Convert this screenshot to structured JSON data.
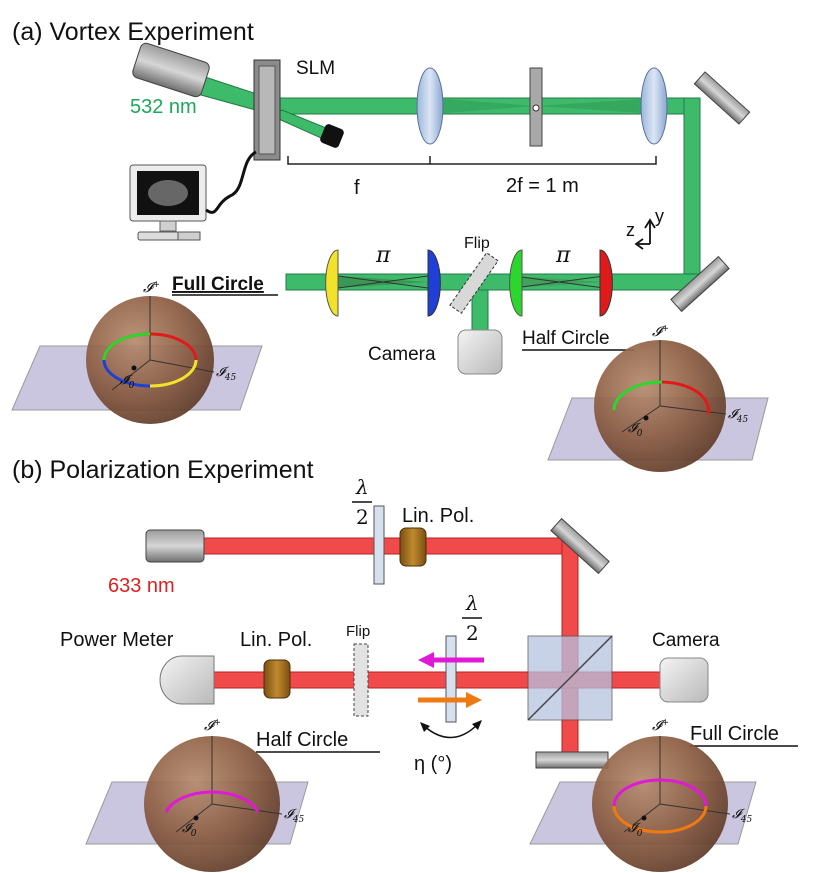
{
  "panel_a": {
    "title": "(a) Vortex Experiment",
    "wavelength": "532 nm",
    "slm": "SLM",
    "focal": "f",
    "distance": "2f = 1 m",
    "pi_left": "π",
    "pi_right": "π",
    "flip": "Flip",
    "full_circle": "Full Circle",
    "half_circle": "Half Circle",
    "camera": "Camera",
    "axis_z": "z",
    "axis_y": "y",
    "sphere_top": "𝓘",
    "sphere_top_sub": "+",
    "sphere_side": "𝓘",
    "sphere_side_sub": "45",
    "sphere_origin": "𝓘",
    "sphere_origin_sub": "0"
  },
  "panel_b": {
    "title": "(b) Polarization Experiment",
    "wavelength": "633 nm",
    "lambda": "λ",
    "two": "2",
    "lin_pol_top": "Lin. Pol.",
    "lin_pol_bottom": "Lin. Pol.",
    "power_meter": "Power Meter",
    "flip": "Flip",
    "camera": "Camera",
    "half_circle": "Half Circle",
    "full_circle": "Full Circle",
    "eta": "η (°)"
  },
  "colors": {
    "green_beam": "#3dbb6a",
    "red_beam": "#f04a4a",
    "green_text": "#1aa85a",
    "red_text": "#e02020",
    "sphere": "#8a5a3e",
    "plane": "#b9b4d6",
    "magenta": "#e019d6",
    "orange": "#f07a12"
  }
}
